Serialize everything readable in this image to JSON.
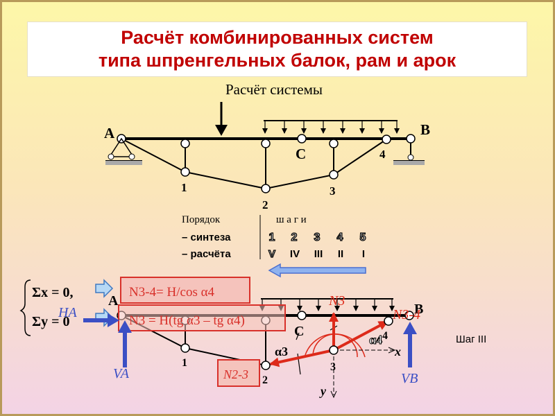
{
  "title": {
    "line1": "Расчёт комбинированных систем",
    "line2": "типа шпренгельных балок, рам и арок"
  },
  "subtitle": "Расчёт системы",
  "upper_diagram": {
    "label_A": "A",
    "label_B": "B",
    "label_C": "C",
    "node_1": "1",
    "node_2": "2",
    "node_3": "3",
    "node_4": "4"
  },
  "order_table": {
    "header_left": "Порядок",
    "header_right": "ш а г и",
    "row1_label": "– синтеза",
    "row1_values": [
      "1",
      "2",
      "3",
      "4",
      "5"
    ],
    "row2_label": "– расчёта",
    "row2_values": [
      "V",
      "IV",
      "III",
      "II",
      "I"
    ]
  },
  "equations": {
    "eq1": "Σx = 0,",
    "eq2": "Σy = 0",
    "n34_formula": "N3-4= H/cos α4",
    "n3_formula": "N3 = H(tg α3 – tg α4)"
  },
  "lower_diagram": {
    "label_A": "A",
    "label_B": "B",
    "label_C": "C",
    "label_HA": "HA",
    "label_VA": "VA",
    "label_VB": "VB",
    "label_N3": "N3",
    "label_N34": "N3-4",
    "label_N23": "N2-3",
    "label_alpha3": "α3",
    "label_alpha4": "α4",
    "axis_x": "x",
    "axis_y": "y",
    "node_1": "1",
    "node_2": "2",
    "node_3": "3",
    "node_4": "4"
  },
  "step_label": "Шаг III",
  "colors": {
    "title": "#c00000",
    "force_red": "#dd2a1a",
    "reaction_blue": "#3b4fc4",
    "box_border": "#d8302a",
    "box_fill": "#f2b8b0",
    "arrow_blue": "#4a6fd0"
  }
}
